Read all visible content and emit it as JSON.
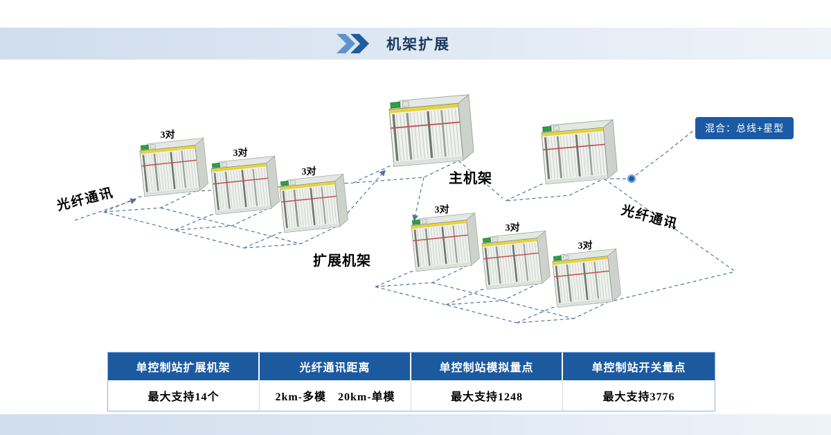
{
  "header": {
    "title": "机架扩展"
  },
  "diagram": {
    "pair_label": "3对",
    "main_rack_label": "主机架",
    "expand_rack_label": "扩展机架",
    "fiber_left_label": "光纤通讯",
    "fiber_right_label": "光纤通讯",
    "topology_box_label": "混合：总线+星型"
  },
  "table": {
    "columns": [
      {
        "header": "单控制站扩展机架",
        "value": "最大支持14个"
      },
      {
        "header": "光纤通讯距离",
        "value": "2km-多模　20km-单模"
      },
      {
        "header": "单控制站模拟量点",
        "value": "最大支持1248"
      },
      {
        "header": "单控制站开关量点",
        "value": "最大支持3776"
      }
    ]
  },
  "colors": {
    "accent": "#1c5aa0",
    "band": "#d9e4f1",
    "wire": "#54749c"
  }
}
